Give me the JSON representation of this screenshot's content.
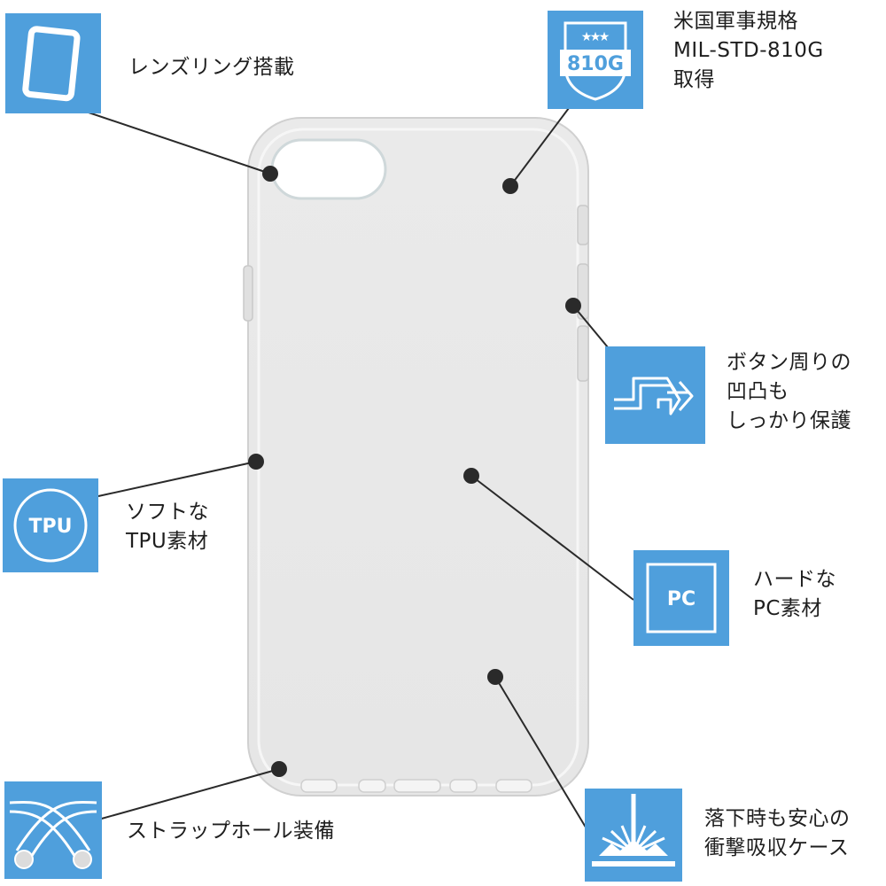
{
  "features": {
    "lens_ring": {
      "lines": [
        "レンズリング搭載"
      ],
      "icon": "lens-ring-icon"
    },
    "mil_std": {
      "lines": [
        "米国軍事規格",
        "MIL-STD-810G",
        "取得"
      ],
      "icon": "military-shield-icon",
      "badge_text": "810G"
    },
    "button_protection": {
      "lines": [
        "ボタン周りの",
        "凹凸も",
        "しっかり保護"
      ],
      "icon": "button-bump-arrow-icon"
    },
    "tpu": {
      "lines": [
        "ソフトな",
        "TPU素材"
      ],
      "icon": "tpu-circle-icon",
      "badge_text": "TPU"
    },
    "pc": {
      "lines": [
        "ハードな",
        "PC素材"
      ],
      "icon": "pc-square-icon",
      "badge_text": "PC"
    },
    "strap_hole": {
      "lines": [
        "ストラップホール装備"
      ],
      "icon": "strap-cord-icon"
    },
    "shock_absorb": {
      "lines": [
        "落下時も安心の",
        "衝撃吸収ケース"
      ],
      "icon": "impact-burst-icon"
    }
  },
  "colors": {
    "accent": "#4f9fdc",
    "text": "#1e1e1e",
    "leader": "#2a2a2a",
    "case": "#e3e3e3",
    "case_edge": "#c9c9c9"
  }
}
